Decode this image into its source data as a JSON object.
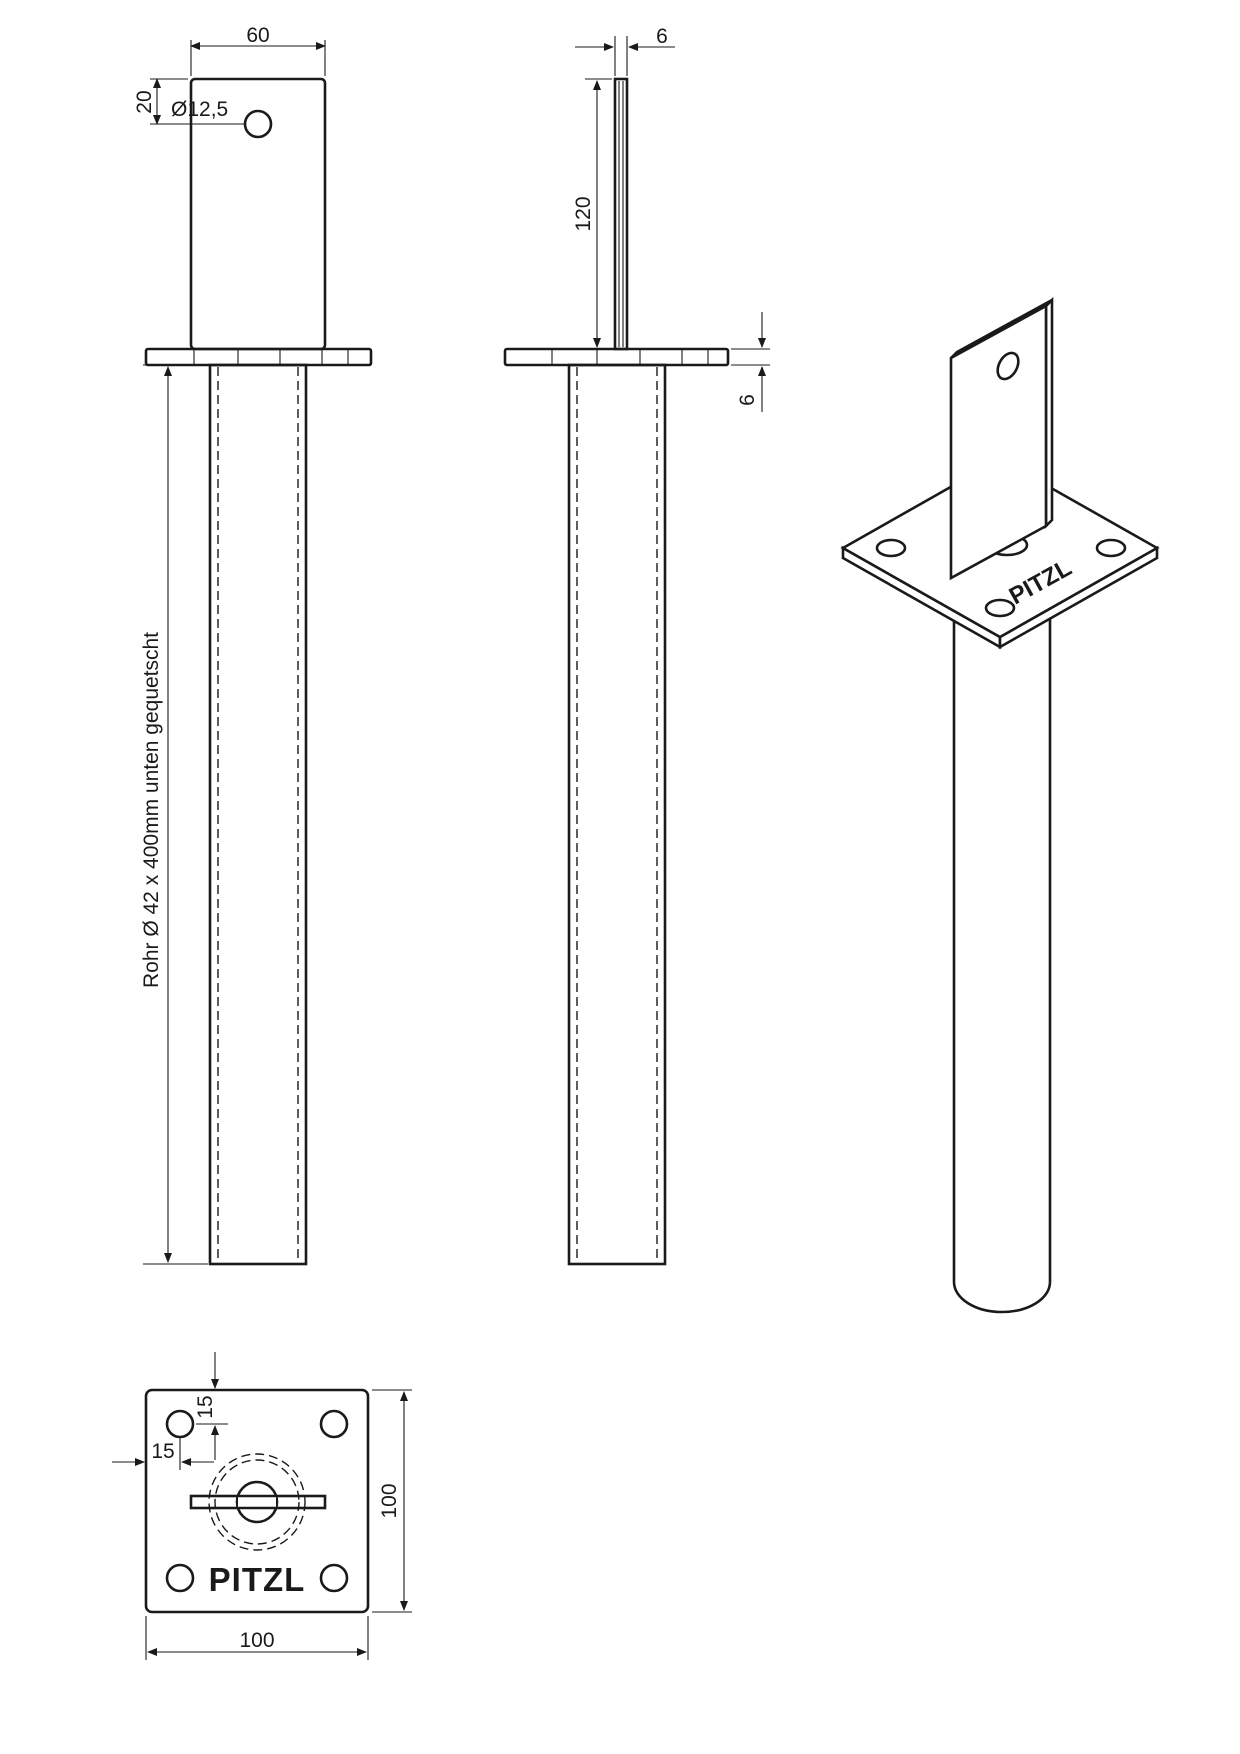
{
  "dimensions": {
    "front_width": "60",
    "hole_offset": "20",
    "hole_diameter": "Ø12,5",
    "side_thickness": "6",
    "side_height": "120",
    "plate_thickness": "6",
    "tube_label": "Rohr Ø 42 x 400mm unten gequetscht",
    "plan_hole_y": "15",
    "plan_hole_x": "15",
    "plan_height": "100",
    "plan_width": "100"
  },
  "brand": {
    "plan_label": "PITZL",
    "iso_label": "PITZL"
  }
}
